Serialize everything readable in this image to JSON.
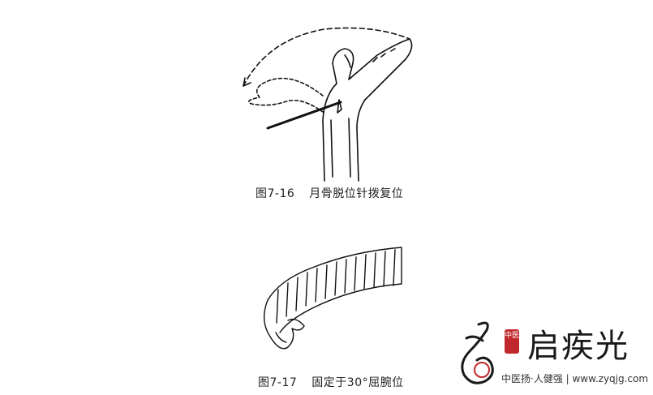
{
  "figures": [
    {
      "number": "图7-16",
      "title": "月骨脱位针拨复位",
      "illustration": "hand-reduction-drawing"
    },
    {
      "number": "图7-17",
      "title": "固定于30°屈腕位",
      "illustration": "wrist-splint-drawing"
    }
  ],
  "watermark": {
    "title": "启疾光",
    "seal_text": "中医",
    "tagline": "中医扬·人健强 | www.zyqjg.com",
    "brand_color": "#c0282e"
  }
}
